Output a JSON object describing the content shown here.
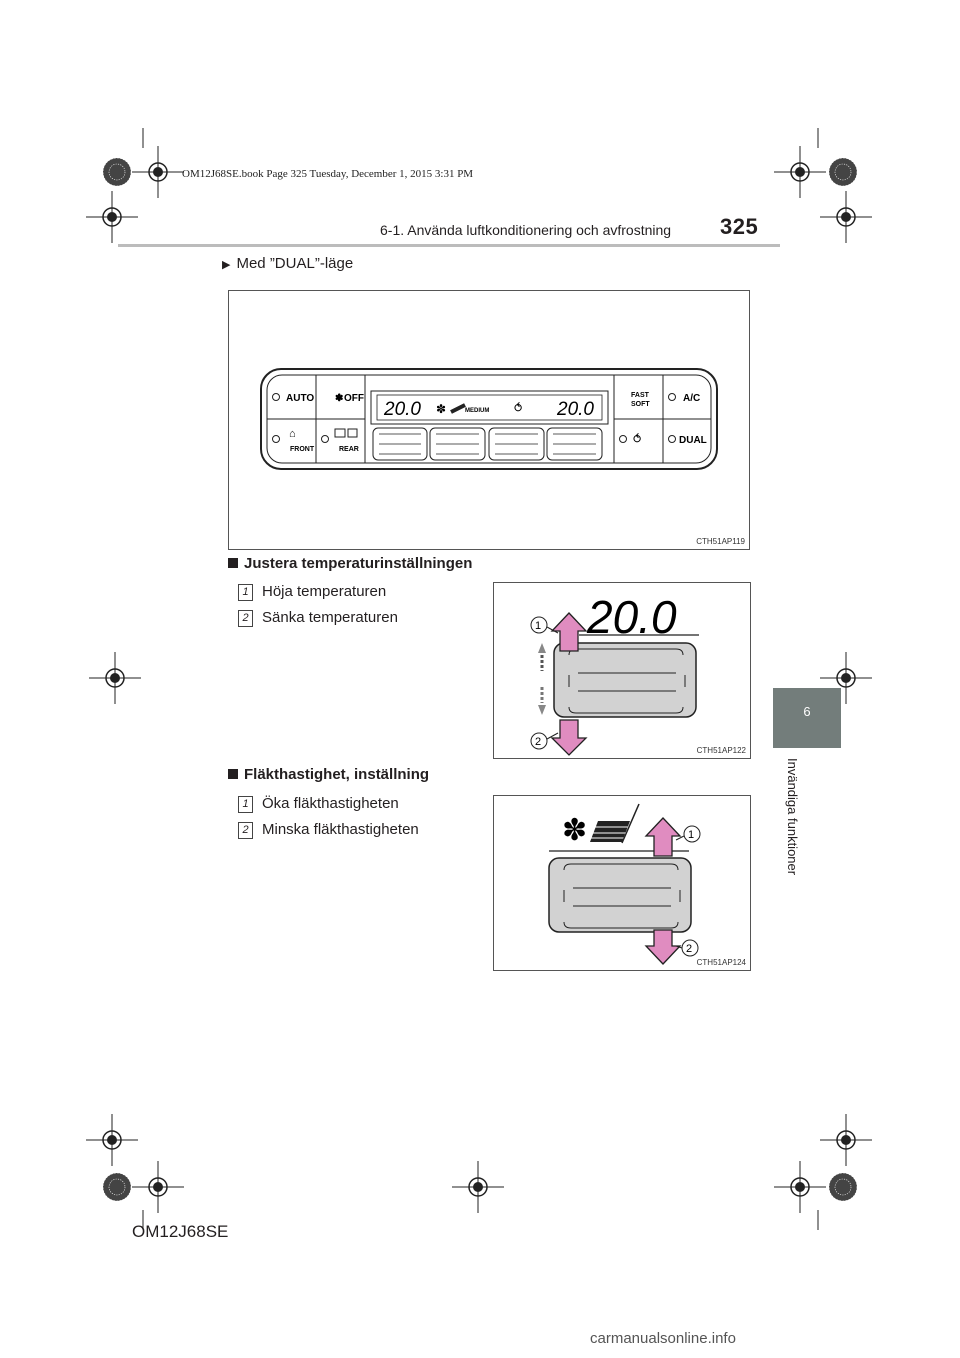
{
  "header": {
    "book_info": "OM12J68SE.book  Page 325  Tuesday, December 1, 2015  3:31 PM",
    "page_number": "325",
    "section_title": "6-1. Använda luftkonditionering och avfrostning"
  },
  "side_tab": {
    "chapter": "6",
    "label": "Invändiga funktioner"
  },
  "mode_note": "Med ”DUAL”-läge",
  "figure_1": {
    "code": "CTH51AP119",
    "buttons": {
      "auto": "AUTO",
      "off": "OFF",
      "front": "FRONT",
      "rear": "REAR",
      "fast": "FAST",
      "soft": "SOFT",
      "ac": "A/C",
      "dual": "DUAL"
    },
    "display": {
      "temp_left": "20.0",
      "temp_right": "20.0",
      "fan_level": "MEDIUM"
    }
  },
  "section_temperature": {
    "heading": "Justera temperaturinställningen",
    "items": [
      {
        "num": "1",
        "text": "Höja temperaturen"
      },
      {
        "num": "2",
        "text": "Sänka temperaturen"
      }
    ],
    "figure": {
      "code": "CTH51AP122",
      "display_value": "20.0",
      "callouts": [
        "1",
        "2"
      ]
    }
  },
  "section_fan": {
    "heading": "Fläkthastighet, inställning",
    "items": [
      {
        "num": "1",
        "text": "Öka fläkthastigheten"
      },
      {
        "num": "2",
        "text": "Minska fläkthastigheten"
      }
    ],
    "figure": {
      "code": "CTH51AP124",
      "callouts": [
        "1",
        "2"
      ]
    }
  },
  "footer": {
    "code": "OM12J68SE",
    "watermark": "carmanualsonline.info"
  }
}
